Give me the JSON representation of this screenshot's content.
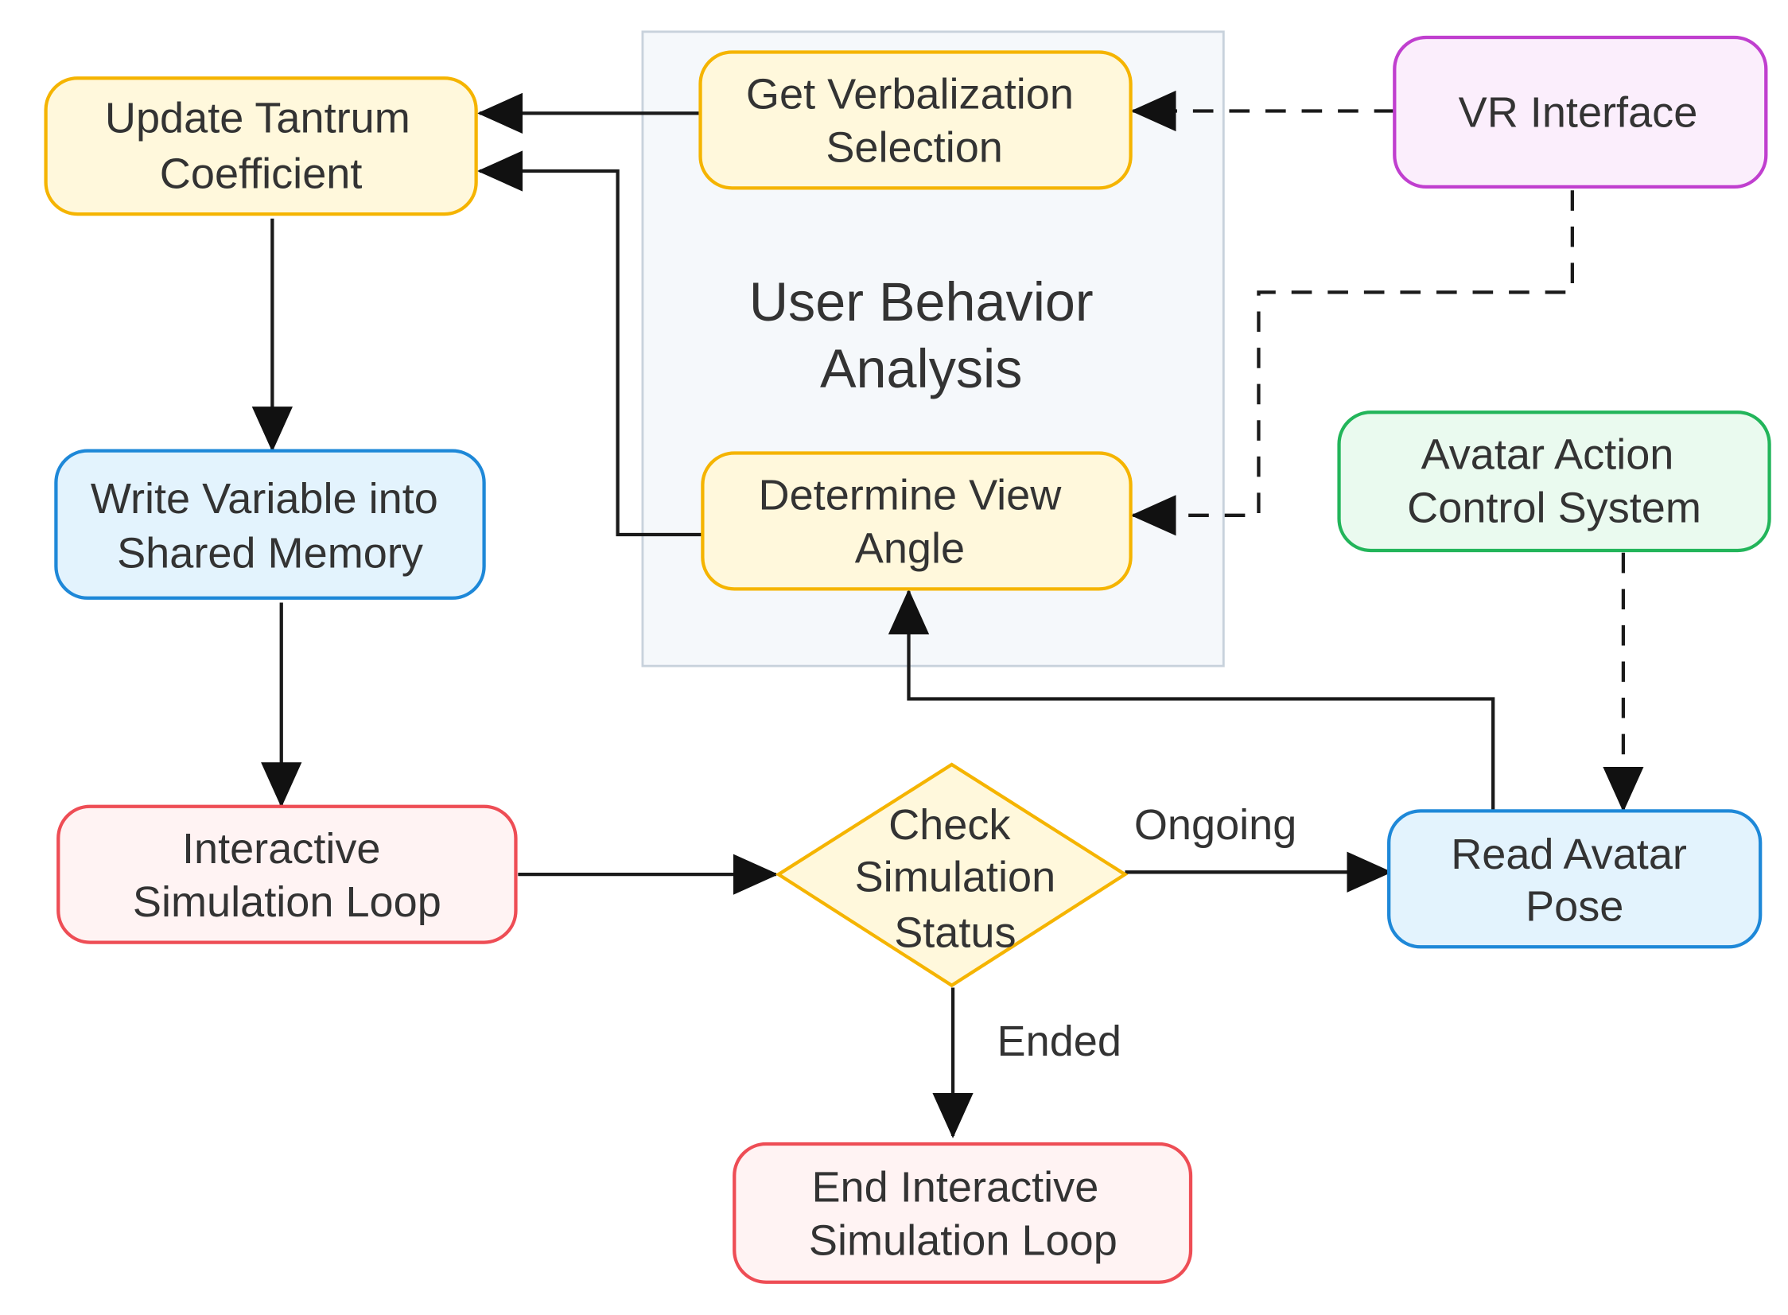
{
  "group": {
    "label_line1": "User Behavior",
    "label_line2": "Analysis",
    "fill": "#f5f8fb",
    "stroke": "#c8d2dc"
  },
  "nodes": {
    "update_tantrum": {
      "line1": "Update Tantrum",
      "line2": "Coefficient",
      "fill": "#fff8dc",
      "stroke": "#f5b400"
    },
    "get_verbalization": {
      "line1": "Get Verbalization",
      "line2": "Selection",
      "fill": "#fff8dc",
      "stroke": "#f5b400"
    },
    "vr_interface": {
      "line1": "VR Interface",
      "fill": "#fbeefc",
      "stroke": "#c03fcf"
    },
    "write_variable": {
      "line1": "Write Variable into",
      "line2": "Shared Memory",
      "fill": "#e3f3fd",
      "stroke": "#1e88d8"
    },
    "determine_view": {
      "line1": "Determine View",
      "line2": "Angle",
      "fill": "#fff8dc",
      "stroke": "#f5b400"
    },
    "avatar_action": {
      "line1": "Avatar Action",
      "line2": "Control System",
      "fill": "#eafaef",
      "stroke": "#22b55a"
    },
    "interactive_loop": {
      "line1": "Interactive",
      "line2": "Simulation Loop",
      "fill": "#fff3f3",
      "stroke": "#ee4d55"
    },
    "check_status": {
      "line1": "Check",
      "line2": "Simulation",
      "line3": "Status",
      "fill": "#fff8dc",
      "stroke": "#f5b400"
    },
    "read_pose": {
      "line1": "Read Avatar",
      "line2": "Pose",
      "fill": "#e3f3fd",
      "stroke": "#1e88d8"
    },
    "end_loop": {
      "line1": "End Interactive",
      "line2": "Simulation Loop",
      "fill": "#fff3f3",
      "stroke": "#ee4d55"
    }
  },
  "edge_labels": {
    "ongoing": "Ongoing",
    "ended": "Ended"
  }
}
